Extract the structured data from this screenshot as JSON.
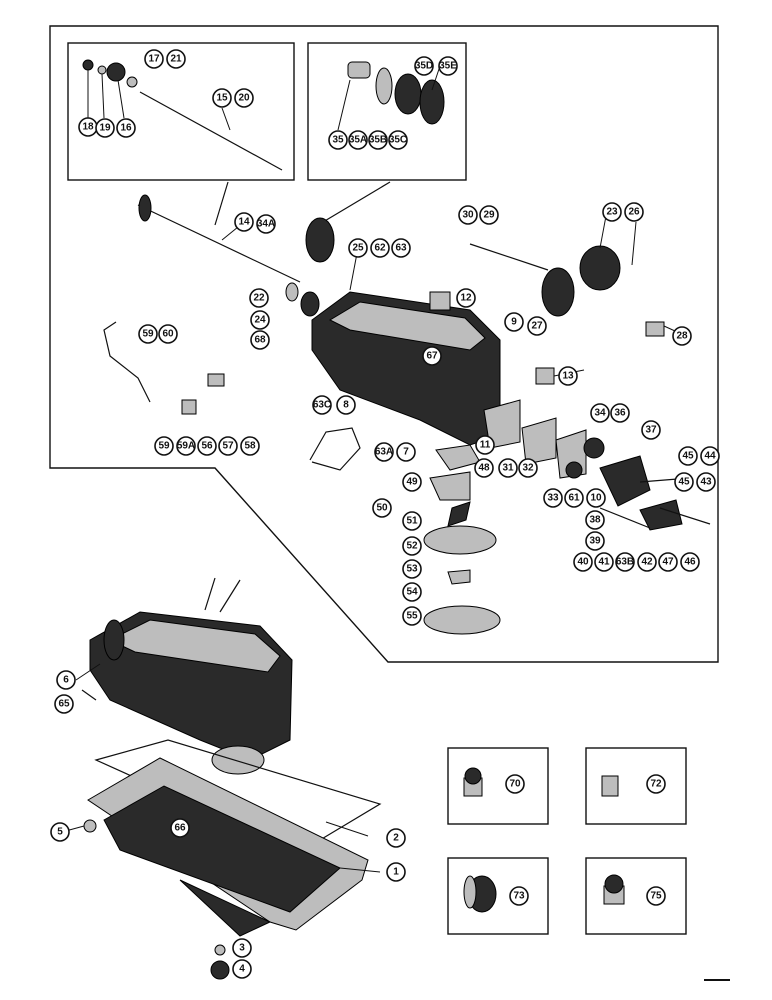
{
  "callouts": [
    {
      "id": "c18",
      "label": "18"
    },
    {
      "id": "c19",
      "label": "19"
    },
    {
      "id": "c16",
      "label": "16"
    },
    {
      "id": "c17",
      "label": "17"
    },
    {
      "id": "c21",
      "label": "21"
    },
    {
      "id": "c15",
      "label": "15"
    },
    {
      "id": "c20",
      "label": "20"
    },
    {
      "id": "c35",
      "label": "35"
    },
    {
      "id": "c35A",
      "label": "35A"
    },
    {
      "id": "c35B",
      "label": "35B"
    },
    {
      "id": "c35C",
      "label": "35C"
    },
    {
      "id": "c35D",
      "label": "35D"
    },
    {
      "id": "c35E",
      "label": "35E"
    },
    {
      "id": "c14",
      "label": "14"
    },
    {
      "id": "c34A",
      "label": "34A"
    },
    {
      "id": "c30",
      "label": "30"
    },
    {
      "id": "c29",
      "label": "29"
    },
    {
      "id": "c23",
      "label": "23"
    },
    {
      "id": "c26",
      "label": "26"
    },
    {
      "id": "c25",
      "label": "25"
    },
    {
      "id": "c62",
      "label": "62"
    },
    {
      "id": "c63",
      "label": "63"
    },
    {
      "id": "c22",
      "label": "22"
    },
    {
      "id": "c24",
      "label": "24"
    },
    {
      "id": "c68",
      "label": "68"
    },
    {
      "id": "c12",
      "label": "12"
    },
    {
      "id": "c27",
      "label": "27"
    },
    {
      "id": "c28",
      "label": "28"
    },
    {
      "id": "c9",
      "label": "9"
    },
    {
      "id": "c59a",
      "label": "59"
    },
    {
      "id": "c60",
      "label": "60"
    },
    {
      "id": "c67",
      "label": "67"
    },
    {
      "id": "c13",
      "label": "13"
    },
    {
      "id": "c59b",
      "label": "59"
    },
    {
      "id": "c59A",
      "label": "59A"
    },
    {
      "id": "c56",
      "label": "56"
    },
    {
      "id": "c57",
      "label": "57"
    },
    {
      "id": "c58",
      "label": "58"
    },
    {
      "id": "c63C",
      "label": "63C"
    },
    {
      "id": "c8",
      "label": "8"
    },
    {
      "id": "c34",
      "label": "34"
    },
    {
      "id": "c36",
      "label": "36"
    },
    {
      "id": "c37",
      "label": "37"
    },
    {
      "id": "c11",
      "label": "11"
    },
    {
      "id": "c7",
      "label": "7"
    },
    {
      "id": "c63A",
      "label": "63A"
    },
    {
      "id": "c48",
      "label": "48"
    },
    {
      "id": "c31",
      "label": "31"
    },
    {
      "id": "c32",
      "label": "32"
    },
    {
      "id": "c45a",
      "label": "45"
    },
    {
      "id": "c44",
      "label": "44"
    },
    {
      "id": "c49",
      "label": "49"
    },
    {
      "id": "c33",
      "label": "33"
    },
    {
      "id": "c61",
      "label": "61"
    },
    {
      "id": "c10",
      "label": "10"
    },
    {
      "id": "c45b",
      "label": "45"
    },
    {
      "id": "c43",
      "label": "43"
    },
    {
      "id": "c50",
      "label": "50"
    },
    {
      "id": "c51",
      "label": "51"
    },
    {
      "id": "c38",
      "label": "38"
    },
    {
      "id": "c39",
      "label": "39"
    },
    {
      "id": "c52",
      "label": "52"
    },
    {
      "id": "c40",
      "label": "40"
    },
    {
      "id": "c41",
      "label": "41"
    },
    {
      "id": "c63B",
      "label": "63B"
    },
    {
      "id": "c42",
      "label": "42"
    },
    {
      "id": "c47",
      "label": "47"
    },
    {
      "id": "c46",
      "label": "46"
    },
    {
      "id": "c53",
      "label": "53"
    },
    {
      "id": "c54",
      "label": "54"
    },
    {
      "id": "c55",
      "label": "55"
    },
    {
      "id": "c6",
      "label": "6"
    },
    {
      "id": "c65",
      "label": "65"
    },
    {
      "id": "c70",
      "label": "70"
    },
    {
      "id": "c72",
      "label": "72"
    },
    {
      "id": "c66",
      "label": "66"
    },
    {
      "id": "c2",
      "label": "2"
    },
    {
      "id": "c5",
      "label": "5"
    },
    {
      "id": "c1",
      "label": "1"
    },
    {
      "id": "c73",
      "label": "73"
    },
    {
      "id": "c75",
      "label": "75"
    },
    {
      "id": "c3",
      "label": "3"
    },
    {
      "id": "c4",
      "label": "4"
    }
  ]
}
